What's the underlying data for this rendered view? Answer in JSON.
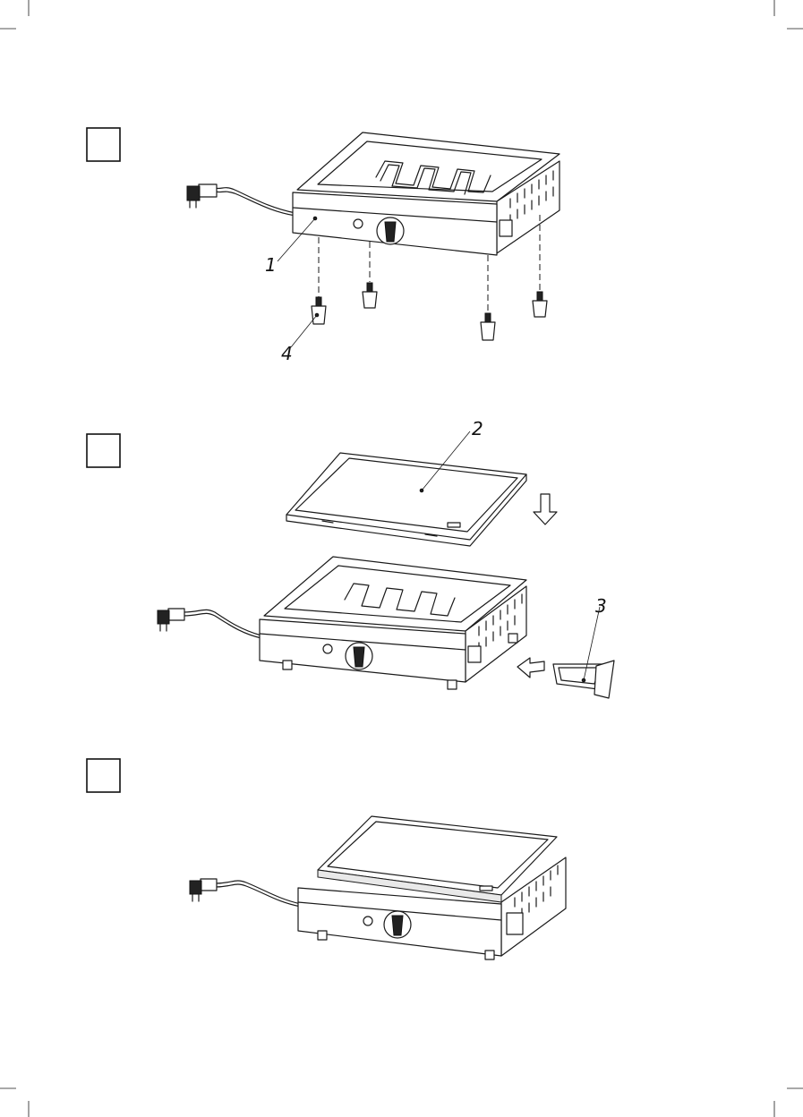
{
  "steps": [
    {
      "id": "step-1",
      "callouts": [
        {
          "number": "1",
          "part": "grill-base"
        },
        {
          "number": "4",
          "part": "foot"
        }
      ]
    },
    {
      "id": "step-2",
      "callouts": [
        {
          "number": "2",
          "part": "griddle-plate"
        },
        {
          "number": "3",
          "part": "drip-tray"
        }
      ]
    },
    {
      "id": "step-3",
      "callouts": []
    }
  ],
  "labels": {
    "c1": "1",
    "c2": "2",
    "c3": "3",
    "c4": "4"
  },
  "icons": [
    "plug-icon",
    "knob-icon",
    "arrow-down-icon",
    "arrow-left-icon"
  ],
  "colors": {
    "line": "#1a1a1a",
    "background": "#ffffff"
  }
}
